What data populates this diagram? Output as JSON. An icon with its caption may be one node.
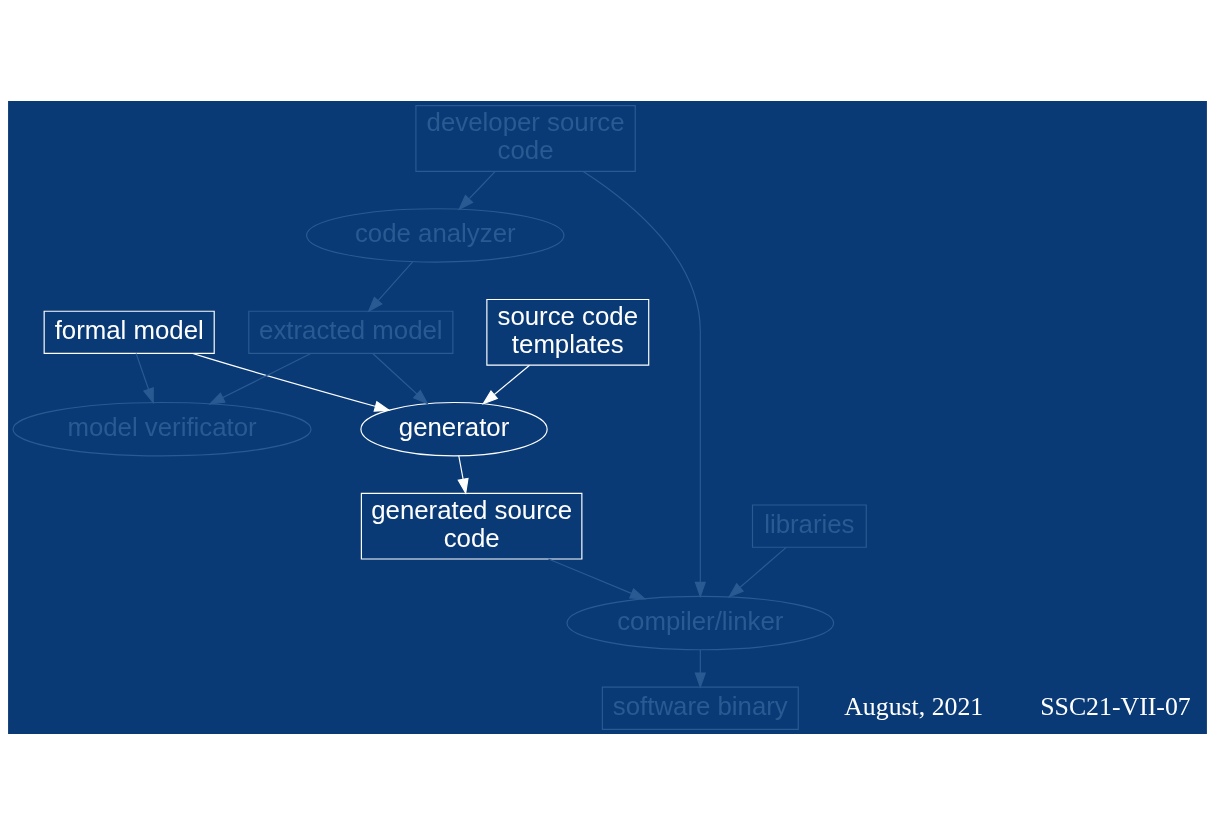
{
  "diagram": {
    "nodes": [
      {
        "text": [
          "developer source code"
        ]
      },
      {
        "text": [
          "code analyzer"
        ]
      },
      {
        "text": [
          "formal model"
        ]
      },
      {
        "text": [
          "extracted model"
        ]
      },
      {
        "text": [
          "source code templates"
        ]
      },
      {
        "text": [
          "model verificator"
        ]
      },
      {
        "text": [
          "generator"
        ]
      },
      {
        "text": [
          "generated source code"
        ]
      },
      {
        "text": [
          "libraries"
        ]
      },
      {
        "text": [
          "compiler/linker"
        ]
      },
      {
        "text": [
          "software binary"
        ]
      }
    ],
    "edges": [
      {
        "from": 0,
        "to": 1,
        "arrow": "to",
        "color": "#2a5a92"
      },
      {
        "from": 0,
        "to": 9,
        "arrow": "to",
        "color": "#2a5a92"
      },
      {
        "from": 1,
        "to": 3,
        "arrow": "to",
        "color": "#2a5a92"
      },
      {
        "from": 2,
        "to": 6,
        "arrow": "to",
        "color": "#ffffff"
      },
      {
        "from": 3,
        "to": 6,
        "arrow": "to",
        "color": "#2a5a92"
      },
      {
        "from": 4,
        "to": 6,
        "arrow": "to",
        "color": "#ffffff"
      },
      {
        "from": 2,
        "to": 5,
        "arrow": "to",
        "color": "#2a5a92"
      },
      {
        "from": 3,
        "to": 5,
        "arrow": "to",
        "color": "#2a5a92"
      },
      {
        "from": 6,
        "to": 7,
        "arrow": "to",
        "color": "#ffffff"
      },
      {
        "from": 7,
        "to": 9,
        "arrow": "to",
        "color": "#2a5a92"
      },
      {
        "from": 8,
        "to": 9,
        "arrow": "to",
        "color": "#2a5a92"
      },
      {
        "from": 9,
        "to": 10,
        "arrow": "to",
        "color": "#2a5a92"
      }
    ],
    "labels": [
      "August, 2021",
      "SSC21-VII-07"
    ]
  }
}
